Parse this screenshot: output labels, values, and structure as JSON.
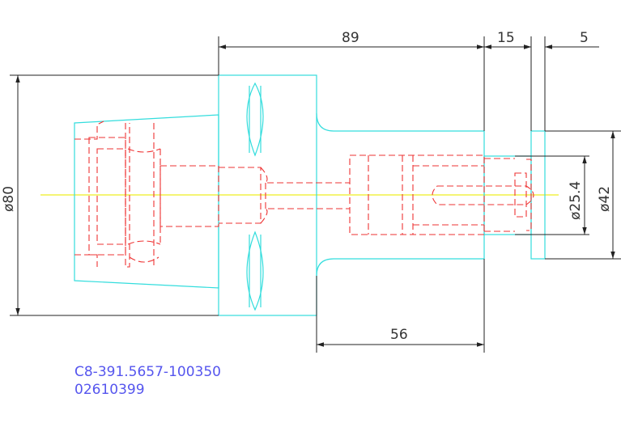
{
  "colors": {
    "outline": "#33dddd",
    "hidden": "#ee3333",
    "centerline": "#eeee22",
    "dimension": "#222222",
    "part_text": "#5555ee"
  },
  "dimensions": {
    "length_89": "89",
    "length_15": "15",
    "length_5": "5",
    "length_56": "56",
    "dia_80": "ø80",
    "dia_25_4": "ø25.4",
    "dia_42": "ø42"
  },
  "part": {
    "number": "C8-391.5657-100350",
    "code": "02610399"
  }
}
